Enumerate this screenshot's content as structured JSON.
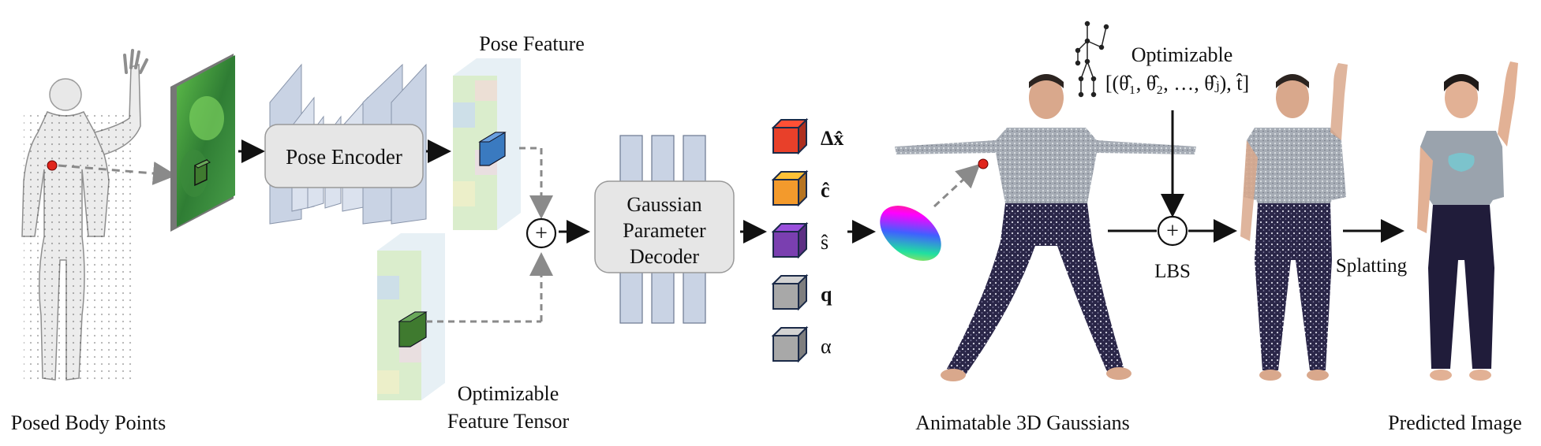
{
  "labels": {
    "posed_body_points": "Posed Body Points",
    "pose_feature": "Pose Feature",
    "pose_encoder": "Pose Encoder",
    "optimizable_feature_tensor_1": "Optimizable",
    "optimizable_feature_tensor_2": "Feature Tensor",
    "decoder_line1": "Gaussian",
    "decoder_line2": "Parameter",
    "decoder_line3": "Decoder",
    "animatable_3d_gaussians": "Animatable 3D Gaussians",
    "optimizable_pose": "Optimizable",
    "pose_params": "[(θ̂₁, θ̂₂, …, θ̂ⱼ), t̂]",
    "lbs": "LBS",
    "splatting": "Splatting",
    "predicted_image": "Predicted Image",
    "plus": "+"
  },
  "gaussian_params": [
    {
      "symbol": "Δx̂",
      "color": "#e8402a",
      "bold": true
    },
    {
      "symbol": "ĉ",
      "color": "#f39a2c",
      "bold": true
    },
    {
      "symbol": "ŝ",
      "color": "#7a3fb0",
      "bold": false
    },
    {
      "symbol": "q",
      "color": "#a8a8a8",
      "bold": true
    },
    {
      "symbol": "α",
      "color": "#a8a8a8",
      "bold": false
    }
  ],
  "colors": {
    "arrow": "#111111",
    "dashed_arrow": "#8a8a8a",
    "encoder_plate": "#c9d3e4",
    "encoder_box": "#e6e6e6",
    "decoder_bar": "#c9d3e4",
    "highlight_point": "#e0241b",
    "shirt": "#9aa3ad",
    "pants": "#1f1c3a",
    "skin": "#e5b59a"
  }
}
